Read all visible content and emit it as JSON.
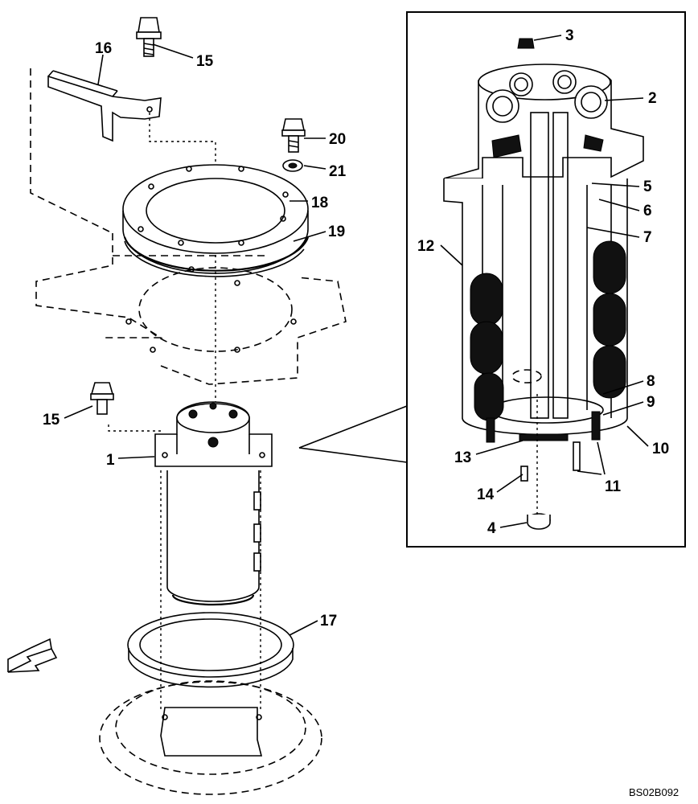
{
  "callouts": [
    {
      "id": "1",
      "text": "1"
    },
    {
      "id": "2",
      "text": "2"
    },
    {
      "id": "3",
      "text": "3"
    },
    {
      "id": "4",
      "text": "4"
    },
    {
      "id": "5",
      "text": "5"
    },
    {
      "id": "6",
      "text": "6"
    },
    {
      "id": "7",
      "text": "7"
    },
    {
      "id": "8",
      "text": "8"
    },
    {
      "id": "9",
      "text": "9"
    },
    {
      "id": "10",
      "text": "10"
    },
    {
      "id": "11",
      "text": "11"
    },
    {
      "id": "12",
      "text": "12"
    },
    {
      "id": "13",
      "text": "13"
    },
    {
      "id": "14",
      "text": "14"
    },
    {
      "id": "15a",
      "text": "15"
    },
    {
      "id": "15b",
      "text": "15"
    },
    {
      "id": "16",
      "text": "16"
    },
    {
      "id": "17",
      "text": "17"
    },
    {
      "id": "18",
      "text": "18"
    },
    {
      "id": "19",
      "text": "19"
    },
    {
      "id": "20",
      "text": "20"
    },
    {
      "id": "21",
      "text": "21"
    }
  ],
  "drawing_code": "BS02B092",
  "icons": {
    "direction_arrow": "front-direction-arrow-icon"
  }
}
